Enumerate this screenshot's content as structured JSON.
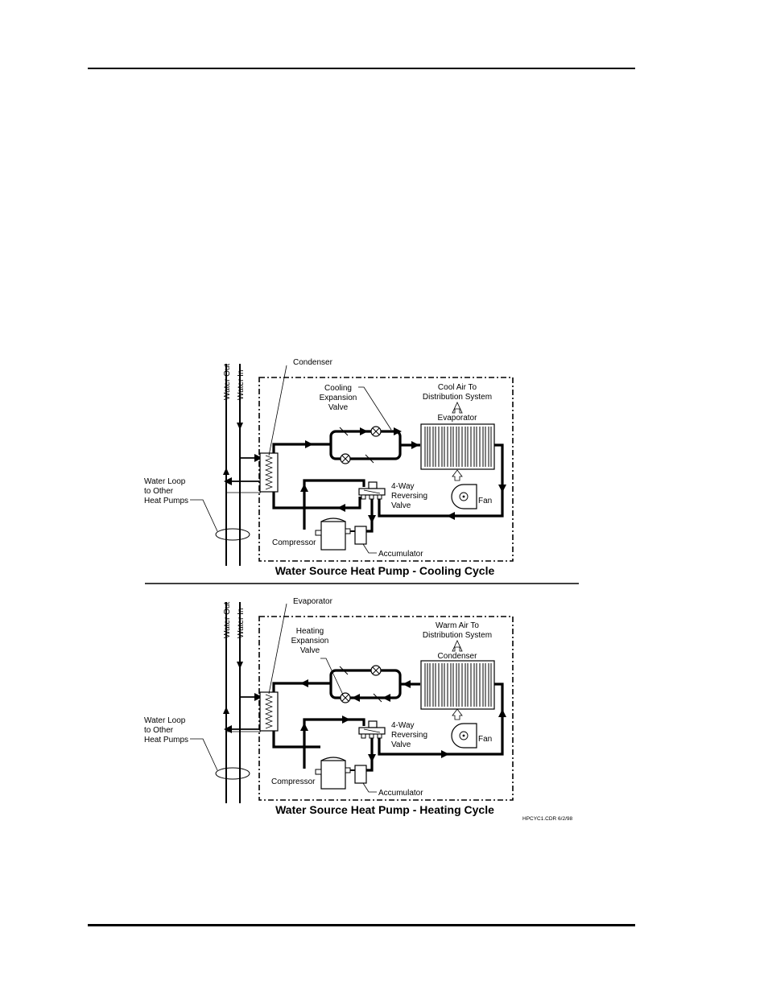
{
  "cooling": {
    "title": "Water Source Heat Pump - Cooling Cycle",
    "water_out": "Water Out",
    "water_in": "Water In",
    "water_loop": [
      "Water Loop",
      "to Other",
      "Heat Pumps"
    ],
    "indoor_coil_label": "Condenser",
    "expansion_valve": [
      "Cooling",
      "Expansion",
      "Valve"
    ],
    "air_label": [
      "Cool Air To",
      "Distribution System"
    ],
    "air_coil_label": "Evaporator",
    "reversing_valve": [
      "4-Way",
      "Reversing",
      "Valve"
    ],
    "fan": "Fan",
    "compressor": "Compressor",
    "accumulator": "Accumulator"
  },
  "heating": {
    "title": "Water Source Heat Pump - Heating Cycle",
    "water_out": "Water Out",
    "water_in": "Water In",
    "water_loop": [
      "Water Loop",
      "to Other",
      "Heat Pumps"
    ],
    "indoor_coil_label": "Evaporator",
    "expansion_valve": [
      "Heating",
      "Expansion",
      "Valve"
    ],
    "air_label": [
      "Warm Air To",
      "Distribution System"
    ],
    "air_coil_label": "Condenser",
    "reversing_valve": [
      "4-Way",
      "Reversing",
      "Valve"
    ],
    "fan": "Fan",
    "compressor": "Compressor",
    "accumulator": "Accumulator"
  },
  "file_ref": "HPCYC1.CDR 6/2/98"
}
